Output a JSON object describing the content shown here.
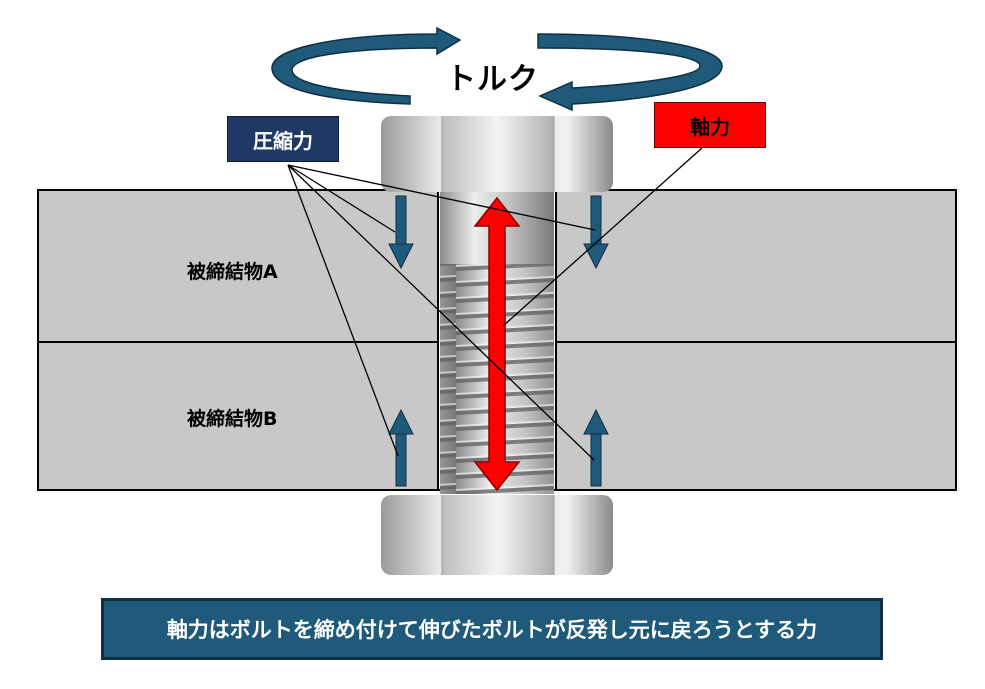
{
  "labels": {
    "torque": "トルク",
    "compressive_force": "圧縮力",
    "axial_force": "軸力",
    "member_a": "被締結物A",
    "member_b": "被締結物B"
  },
  "caption": "軸力はボルトを締め付けて伸びたボルトが反発し元に戻ろうとする力",
  "colors": {
    "member_fill": "#c8c8c8",
    "compress_arrow": "#1f5a7a",
    "axial_arrow": "#ff0000",
    "compress_label_bg": "#1f3864",
    "axial_label_bg": "#ff0000",
    "caption_bg": "#1f5a7a",
    "torque_arrow": "#1f5a7a"
  },
  "icons": {
    "torque_arrow": "curved-rotation-arrow",
    "compress_arrows": "straight-arrow-down-up",
    "axial_arrow": "double-headed-arrow"
  }
}
